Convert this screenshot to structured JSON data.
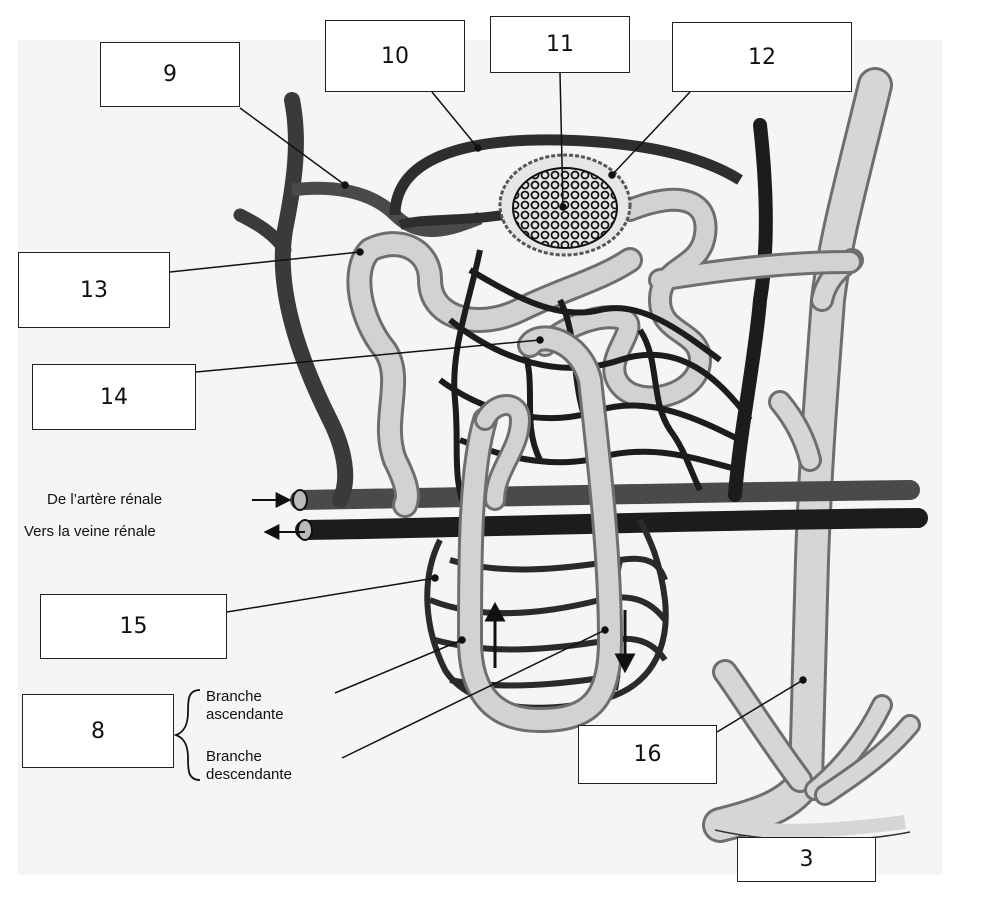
{
  "labels": {
    "n9": "9",
    "n10": "10",
    "n11": "11",
    "n12": "12",
    "n13": "13",
    "n14": "14",
    "n15": "15",
    "n8": "8",
    "n16": "16",
    "n3": "3"
  },
  "annotations": {
    "from_artery": "De l’artère rénale",
    "to_vein": "Vers la veine rénale",
    "ascending_line1": "Branche",
    "ascending_line2": "ascendante",
    "descending_line1": "Branche",
    "descending_line2": "descendante"
  },
  "colors": {
    "artery": "#4a4a4a",
    "vein": "#1c1c1c",
    "tubule_fill": "#d2d2d2",
    "tubule_edge": "#6e6e6e",
    "background_tint": "#f4f4f4"
  }
}
